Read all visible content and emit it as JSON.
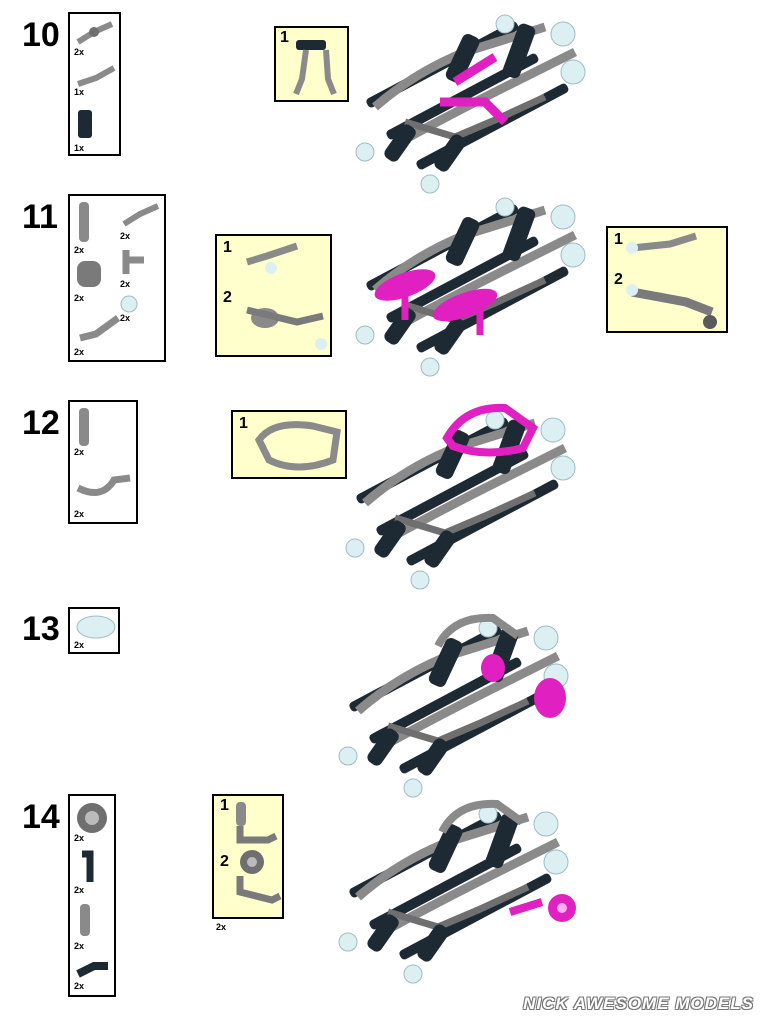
{
  "colors": {
    "highlight": "#e020c0",
    "gray": "#8a8a8a",
    "dark": "#1e2a33",
    "trans": "#dceff3",
    "sub_bg": "#ffffcc"
  },
  "steps": [
    {
      "number": "10",
      "parts_qty": [
        "2x",
        "1x",
        "1x"
      ],
      "subs": [
        {
          "num": "1",
          "qty": ""
        }
      ]
    },
    {
      "number": "11",
      "parts_qty": [
        "2x",
        "2x",
        "2x",
        "2x",
        "2x",
        "2x"
      ],
      "subs": [
        {
          "num1": "1",
          "num2": "2"
        },
        {
          "num1": "1",
          "num2": "2"
        }
      ]
    },
    {
      "number": "12",
      "parts_qty": [
        "2x",
        "2x"
      ],
      "subs": [
        {
          "num": "1"
        }
      ]
    },
    {
      "number": "13",
      "parts_qty": [
        "2x"
      ]
    },
    {
      "number": "14",
      "parts_qty": [
        "2x",
        "2x",
        "2x",
        "2x"
      ],
      "subs": [
        {
          "num1": "1",
          "num2": "2",
          "qty": "2x"
        }
      ]
    }
  ],
  "footer": "NICK AWESOME MODELS"
}
